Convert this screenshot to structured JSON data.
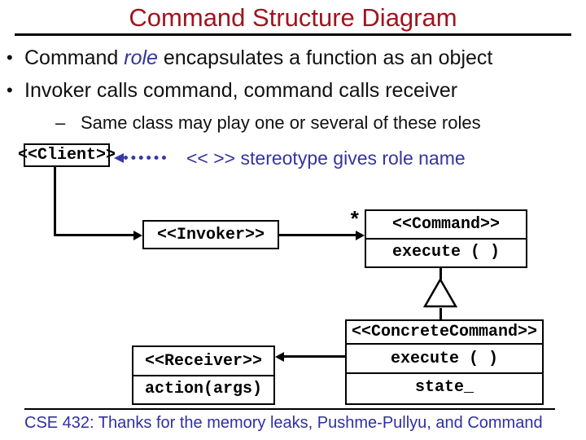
{
  "slide": {
    "title": "Command Structure Diagram",
    "bullet_marker": "•",
    "bullets": {
      "b1_pre": "Command ",
      "b1_em": "role",
      "b1_post": " encapsulates a function as an object",
      "b2": "Invoker calls command, command calls receiver",
      "sub_marker": "–",
      "sub": "Same class may play one or several of these roles"
    },
    "annotation": "<< >> stereotype gives role name",
    "footer": "CSE 432: Thanks for the memory leaks, Pushme-Pullyu, and Command"
  },
  "diagram": {
    "client": {
      "label": "<<Client>>"
    },
    "invoker": {
      "label": "<<Invoker>>"
    },
    "command": {
      "label": "<<Command>>",
      "method": "execute ( )"
    },
    "multiplicity": "*",
    "concrete_command": {
      "label": "<<ConcreteCommand>>",
      "method": "execute ( )",
      "attribute": "state_"
    },
    "receiver": {
      "label": "<<Receiver>>",
      "method": "action(args)"
    }
  },
  "colors": {
    "title_red": "#A0141E",
    "accent_blue": "#34349E",
    "footer_blue": "#2F2FA2",
    "line_black": "#000000"
  }
}
